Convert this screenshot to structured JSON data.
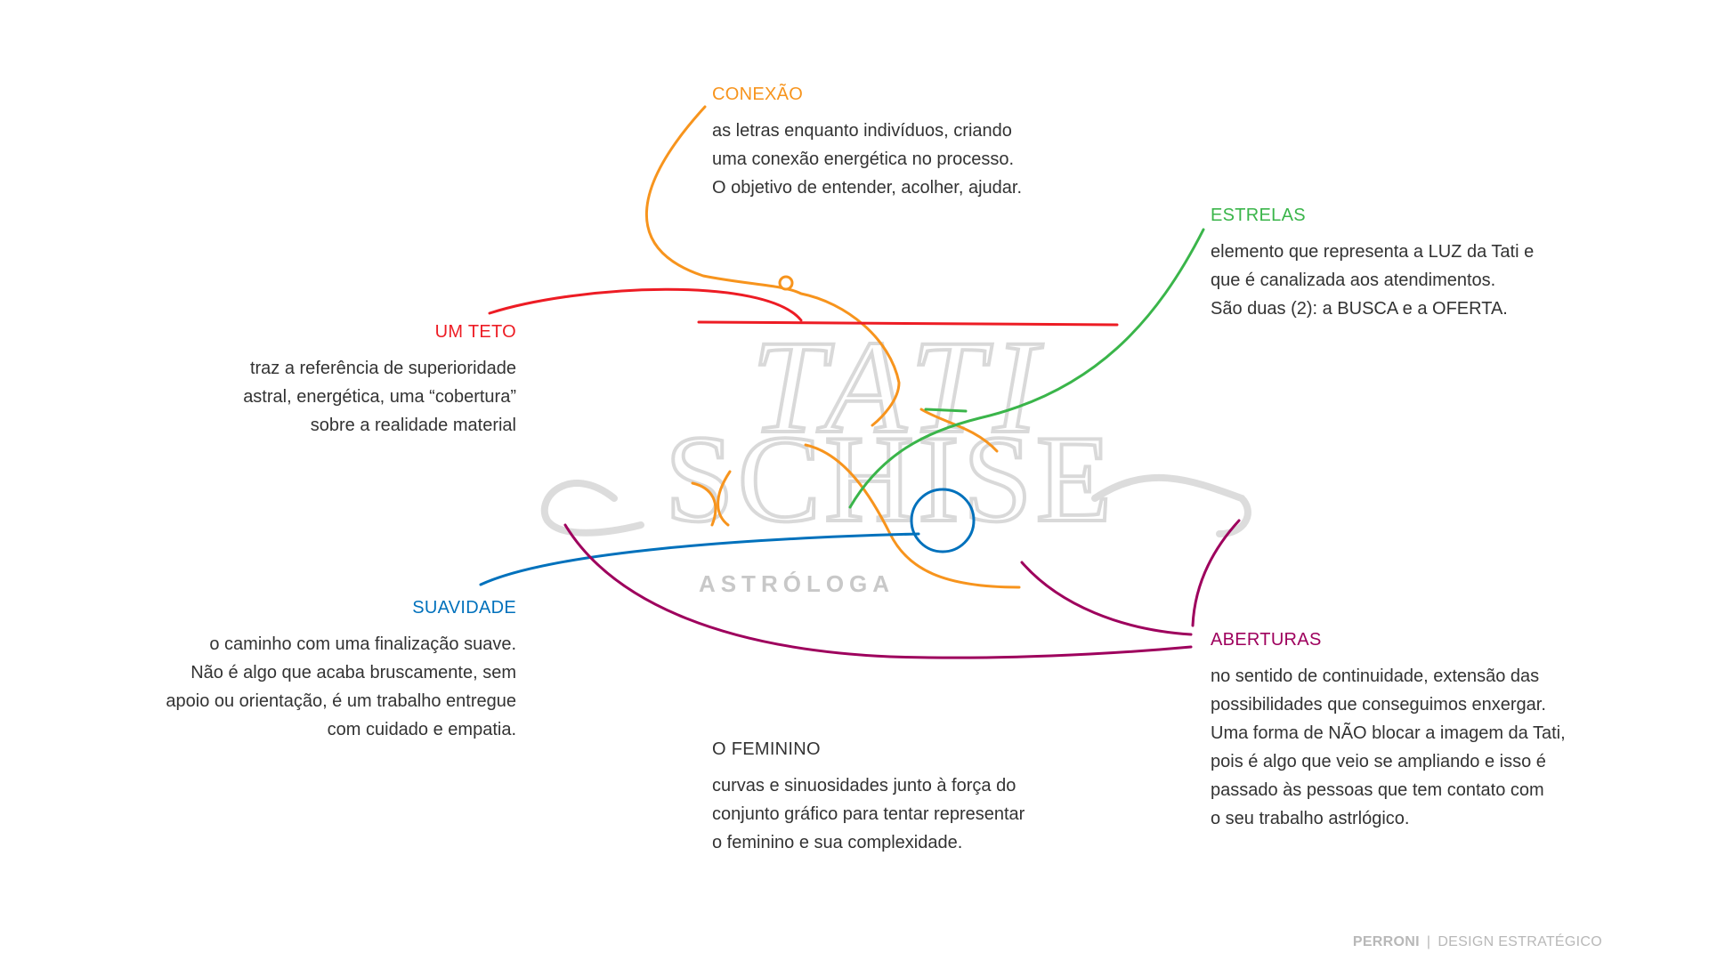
{
  "colors": {
    "conexao": "#f7941d",
    "estrelas": "#3ab54a",
    "teto": "#ed1c24",
    "suavidade": "#0071bc",
    "aberturas": "#9e005d",
    "feminino": "#333333",
    "logo": "#e6e6e6"
  },
  "logo": {
    "line1": "TATI",
    "line2": "SCHISE",
    "tagline": "ASTRÓLOGA"
  },
  "sections": {
    "conexao": {
      "title": "CONEXÃO",
      "lines": [
        "as letras enquanto indivíduos, criando",
        "uma conexão energética no processo.",
        "O objetivo de entender, acolher, ajudar."
      ]
    },
    "estrelas": {
      "title": "ESTRELAS",
      "lines": [
        "elemento que representa a LUZ da Tati e",
        "que é canalizada aos atendimentos.",
        "São duas (2): a BUSCA e a OFERTA."
      ]
    },
    "teto": {
      "title": "UM TETO",
      "lines": [
        "traz a referência de superioridade",
        "astral, energética, uma “cobertura”",
        "sobre a realidade material"
      ]
    },
    "suavidade": {
      "title": "SUAVIDADE",
      "lines": [
        "o caminho com uma finalização suave.",
        "Não é algo que acaba bruscamente, sem",
        "apoio ou orientação, é um trabalho entregue",
        "com cuidado e empatia."
      ]
    },
    "aberturas": {
      "title": "ABERTURAS",
      "lines": [
        "no sentido de continuidade, extensão das",
        "possibilidades que conseguimos enxergar.",
        "Uma forma de NÃO blocar a imagem da Tati,",
        "pois é algo que veio se ampliando e isso é",
        "passado às pessoas que tem contato com",
        "o seu trabalho astrlógico."
      ]
    },
    "feminino": {
      "title": "O FEMININO",
      "lines": [
        "curvas e sinuosidades junto à força do",
        "conjunto gráfico para tentar representar",
        "o feminino e sua complexidade."
      ]
    }
  },
  "footer": {
    "brand": "PERRONI",
    "separator": "|",
    "tagline": "DESIGN ESTRATÉGICO"
  }
}
